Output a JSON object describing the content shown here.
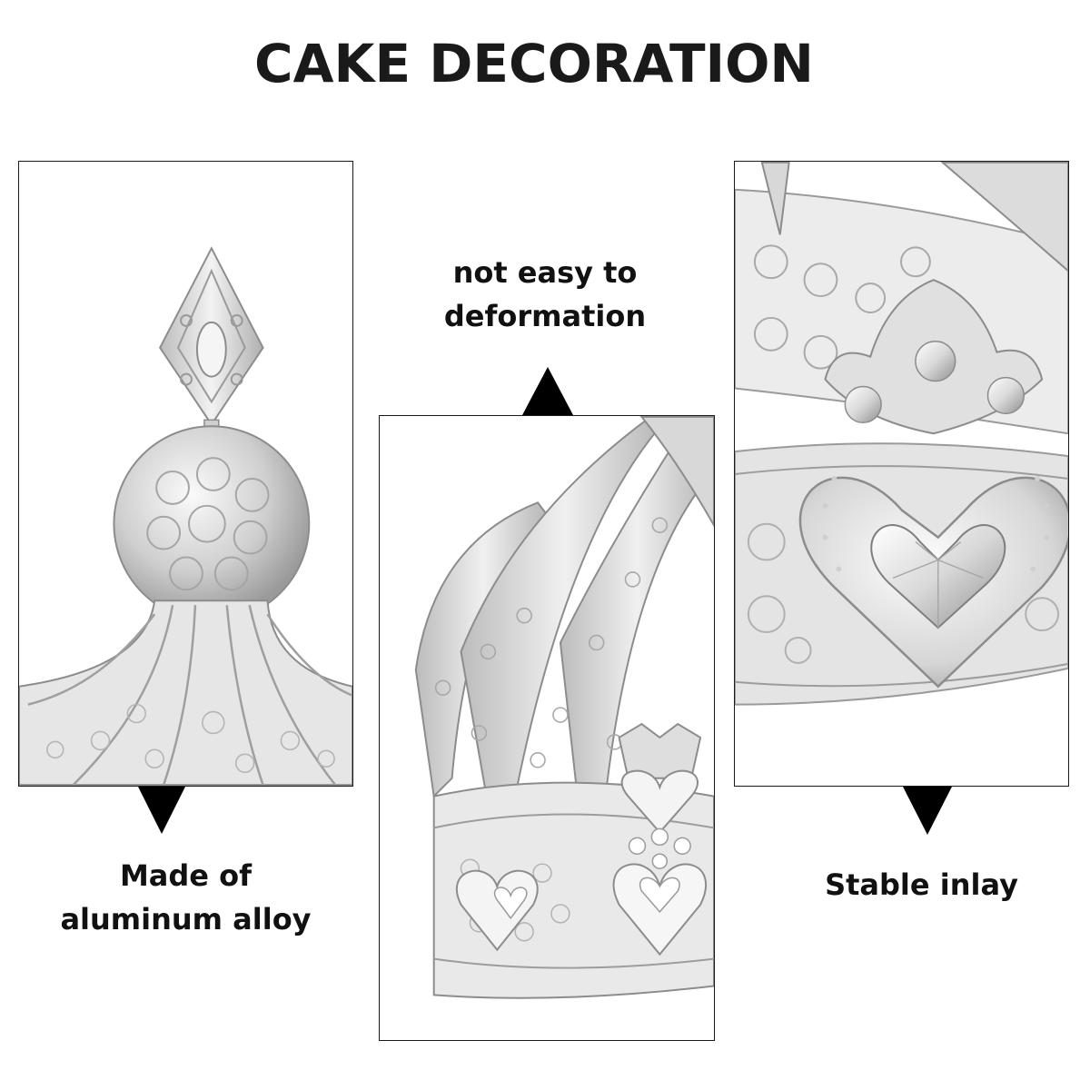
{
  "header": {
    "title": "CAKE DECORATION"
  },
  "features": [
    {
      "caption_line1": "Made of",
      "caption_line2": "aluminum alloy"
    },
    {
      "caption_line1": "not easy to",
      "caption_line2": "deformation"
    },
    {
      "caption_line1": "Stable inlay",
      "caption_line2": ""
    }
  ],
  "colors": {
    "silver_light": "#eeeeee",
    "silver_mid": "#c9c9c9",
    "silver_dark": "#8c8c8c",
    "border": "#1a1a1a",
    "pointer": "#000000"
  }
}
